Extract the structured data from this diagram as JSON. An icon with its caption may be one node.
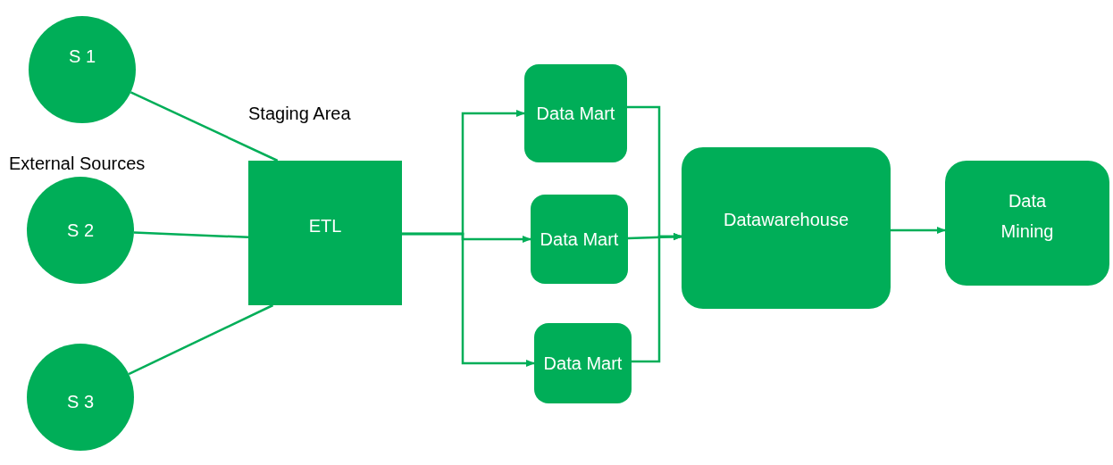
{
  "diagram": {
    "nodes": [
      {
        "text": [
          "S 1"
        ]
      },
      {
        "text": [
          "S 2"
        ]
      },
      {
        "text": [
          "S 3"
        ]
      },
      {
        "text": [
          "ETL"
        ]
      },
      {
        "text": [
          "Data Mart"
        ]
      },
      {
        "text": [
          "Data Mart"
        ]
      },
      {
        "text": [
          "Data Mart"
        ]
      },
      {
        "text": [
          "Datawarehouse"
        ]
      },
      {
        "text": [
          "Data Mining"
        ]
      }
    ],
    "edges": [
      {
        "from": 0,
        "to": 3,
        "arrow": "none"
      },
      {
        "from": 1,
        "to": 3,
        "arrow": "none"
      },
      {
        "from": 2,
        "to": 3,
        "arrow": "none"
      },
      {
        "from": 3,
        "to": 4,
        "arrow": "to"
      },
      {
        "from": 3,
        "to": 5,
        "arrow": "to"
      },
      {
        "from": 3,
        "to": 6,
        "arrow": "to"
      },
      {
        "from": 4,
        "to": 7,
        "arrow": "to"
      },
      {
        "from": 5,
        "to": 7,
        "arrow": "to"
      },
      {
        "from": 6,
        "to": 7,
        "arrow": "to"
      },
      {
        "from": 7,
        "to": 8,
        "arrow": "to"
      }
    ],
    "labels": [
      "Staging Area",
      "External Sources"
    ]
  }
}
